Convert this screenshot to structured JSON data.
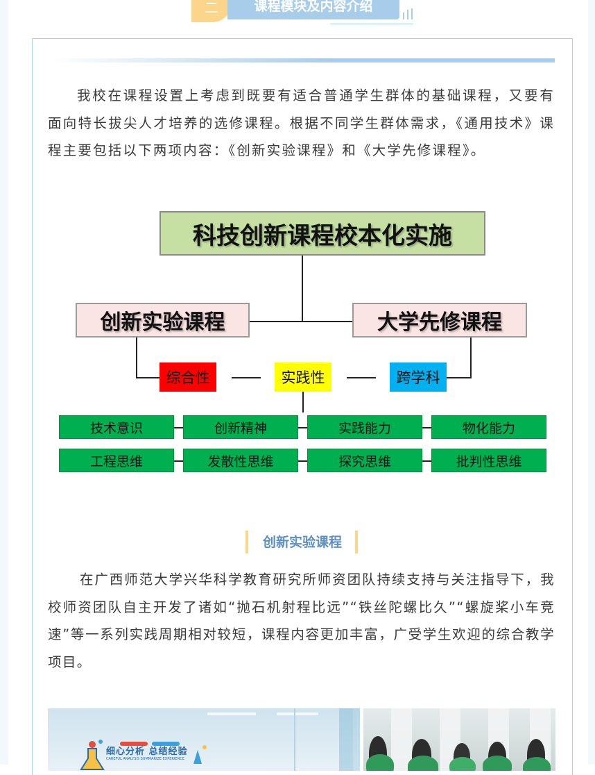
{
  "header": {
    "number": "二",
    "title": "课程模块及内容介绍"
  },
  "intro_paragraph": "我校在课程设置上考虑到既要有适合普通学生群体的基础课程，又要有面向特长拔尖人才培养的选修课程。根据不同学生群体需求，《通用技术》课程主要包括以下两项内容：《创新实验课程》和《大学先修课程》。",
  "diagram": {
    "top": "科技创新课程校本化实施",
    "left_branch": "创新实验课程",
    "right_branch": "大学先修课程",
    "traits": [
      "综合性",
      "实践性",
      "跨学科"
    ],
    "skills_row1": [
      "技术意识",
      "创新精神",
      "实践能力",
      "物化能力"
    ],
    "skills_row2": [
      "工程思维",
      "发散性思维",
      "探究思维",
      "批判性思维"
    ],
    "colors": {
      "top_box": "#c6e0a4",
      "branch_box": "#fbe4e4",
      "trait_red": "#ff0000",
      "trait_yellow": "#ffff00",
      "trait_blue": "#00b0f0",
      "skill_box": "#00b050"
    }
  },
  "section": {
    "heading": "创新实验课程",
    "paragraph": "在广西师范大学兴华科学教育研究所师资团队持续支持与关注指导下，我校师资团队自主开发了诸如“抛石机射程比远”“铁丝陀螺比久”“螺旋桨小车竞速”等一系列实践周期相对较短，课程内容更加丰富，广受学生欢迎的综合教学项目。"
  },
  "photos": {
    "left_wall_text": "细心分析 总结经验",
    "left_wall_small": "CAREFUL ANALYSIS SUMMARIZE EXPERIENCE"
  },
  "theme": {
    "accent_blue": "#a8cdea",
    "accent_yellow": "#fbd58a",
    "heading_blue": "#5d8fc0",
    "card_border": "#a8d6dc"
  }
}
